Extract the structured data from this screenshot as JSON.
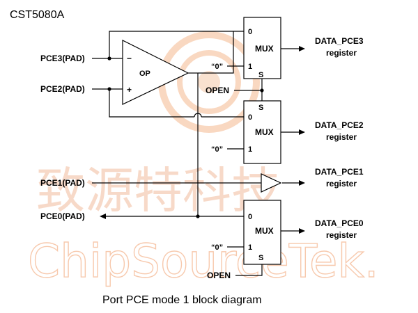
{
  "chip_name": "CST5080A",
  "caption": "Port PCE mode 1 block diagram",
  "watermark": {
    "chinese": "致源特科技",
    "english": "ChipSourceTek."
  },
  "pads": {
    "pce3": "PCE3(PAD)",
    "pce2": "PCE2(PAD)",
    "pce1": "PCE1(PAD)",
    "pce0": "PCE0(PAD)"
  },
  "opamp": {
    "label": "OP",
    "minus": "−",
    "plus": "+"
  },
  "mux_label": "MUX",
  "mux_input_0": "0",
  "mux_input_1": "1",
  "mux_select": "S",
  "zero_literal": "“0”",
  "open_label": "OPEN",
  "outputs": {
    "pce3_line1": "DATA_PCE3",
    "pce3_line2": "register",
    "pce2_line1": "DATA_PCE2",
    "pce2_line2": "register",
    "pce1_line1": "DATA_PCE1",
    "pce1_line2": "register",
    "pce0_line1": "DATA_PCE0",
    "pce0_line2": "register"
  }
}
